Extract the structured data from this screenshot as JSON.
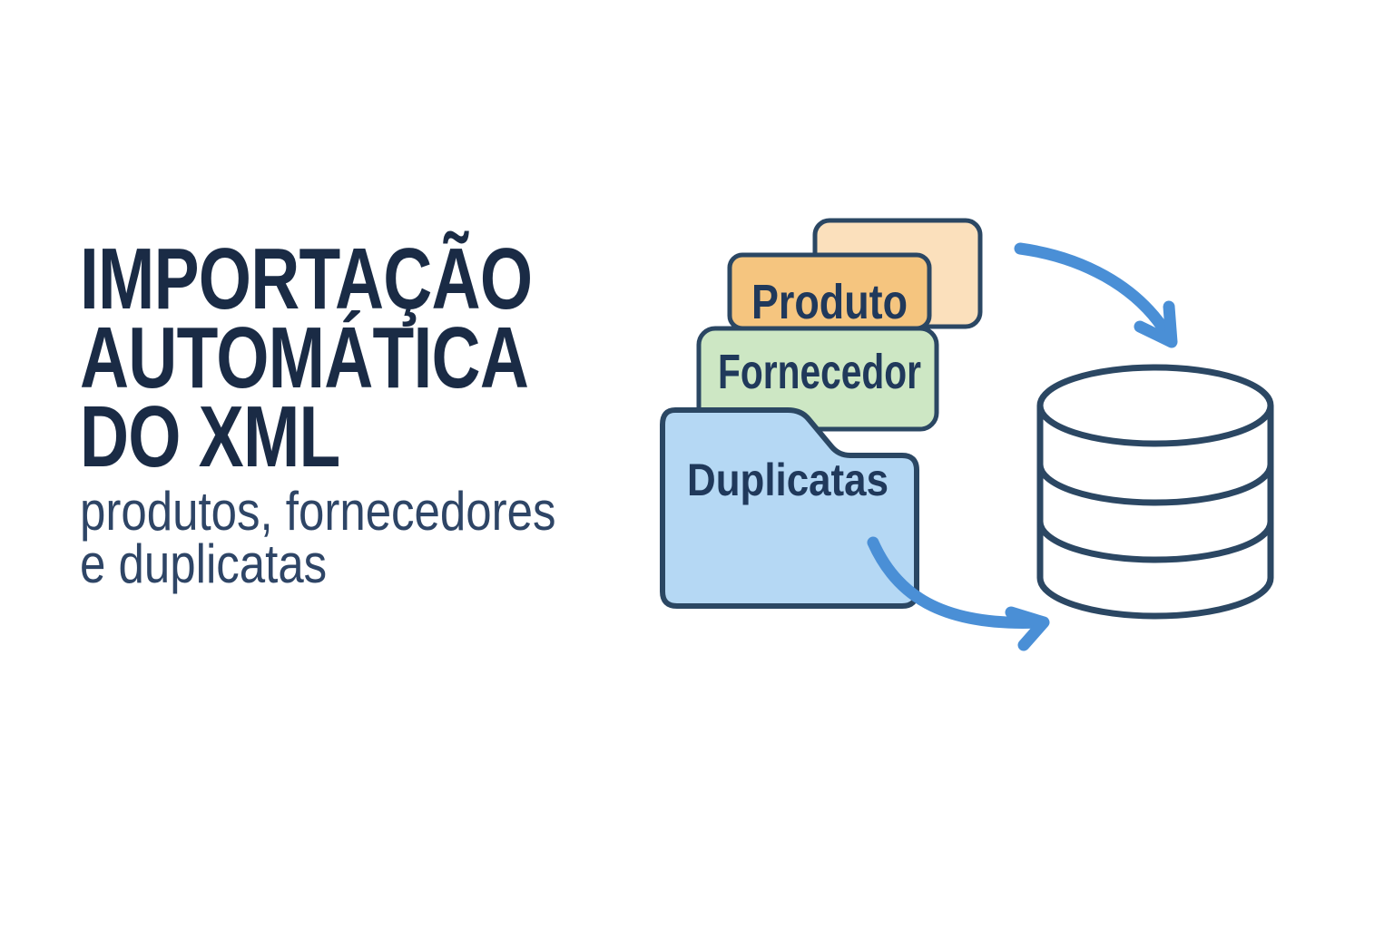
{
  "headline": {
    "line1": "IMPORTAÇÃO",
    "line2": "AUTOMÁTICA",
    "line3": "DO XML"
  },
  "subheadline": {
    "line1": "produtos, fornecedores",
    "line2": "e duplicatas"
  },
  "diagram": {
    "card_back": {
      "label": ""
    },
    "card_produto": {
      "label": "Produto"
    },
    "card_fornecedor": {
      "label": "Fornecedor"
    },
    "folder_duplicatas": {
      "label": "Duplicatas"
    },
    "icons": {
      "database": "database-cylinder-icon",
      "arrow_top": "curved-arrow-down-right-icon",
      "arrow_bottom": "curved-arrow-up-right-icon"
    }
  },
  "colors": {
    "background": "#ffffff",
    "heading_text": "#1a2b45",
    "subtitle_text": "#2e4566",
    "outline": "#2b4763",
    "card_back_fill": "#fbe0bc",
    "card_produto_fill": "#f5c57f",
    "card_fornecedor_fill": "#cde7c4",
    "folder_duplicatas_fill": "#b5d8f4",
    "database_fill": "#ffffff",
    "arrow": "#4a8fd6",
    "label_text": "#20395b"
  }
}
